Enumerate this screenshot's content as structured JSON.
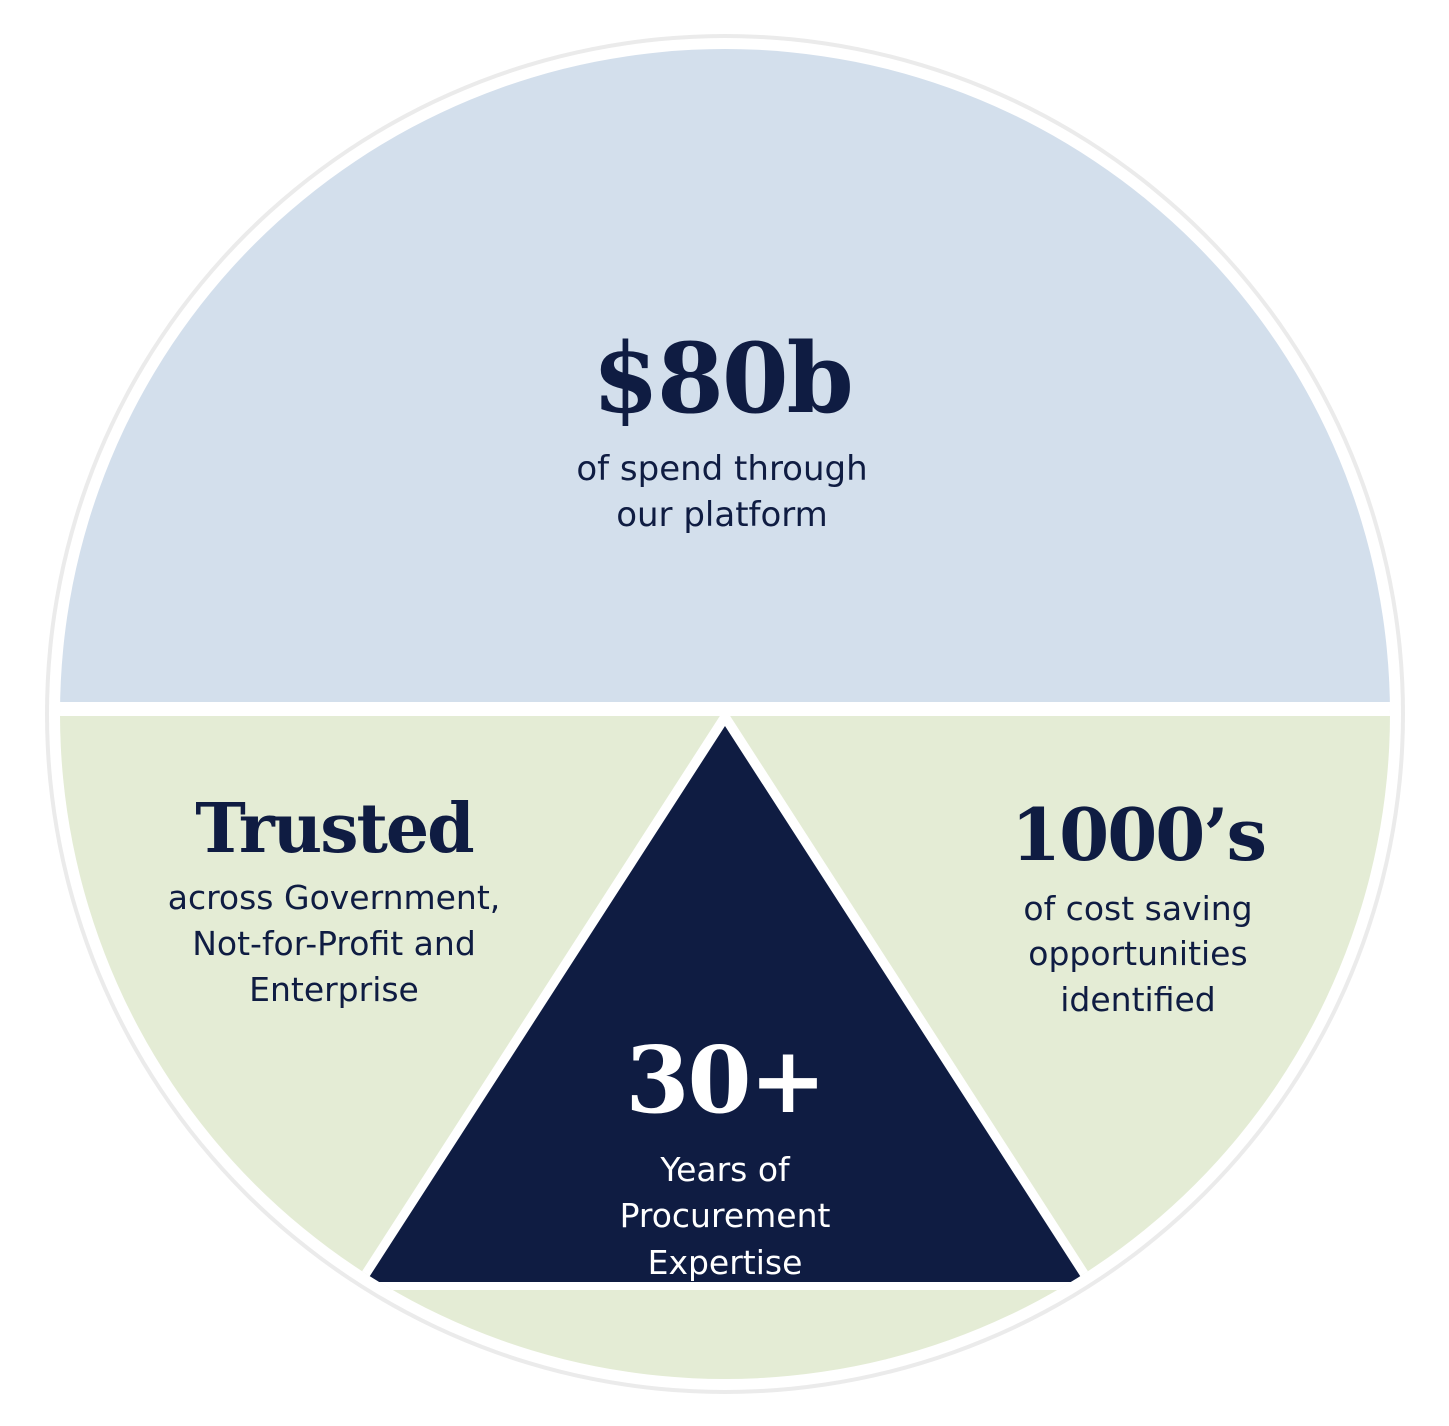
{
  "colors": {
    "top_segment": "#d3dfec",
    "side_segments": "#e4ecd5",
    "center_triangle": "#0f1c42",
    "text_dark": "#0f1c42",
    "text_light": "#ffffff",
    "divider": "#ffffff",
    "ring_shadow": "#ebebeb"
  },
  "segments": {
    "top": {
      "headline": "$80b",
      "caption_lines": [
        "of spend through",
        "our platform"
      ]
    },
    "left": {
      "headline": "Trusted",
      "caption_lines": [
        "across Government,",
        "Not-for-Profit and",
        "Enterprise"
      ]
    },
    "right": {
      "headline": "1000’s",
      "caption_lines": [
        "of cost saving",
        "opportunities",
        "identified"
      ]
    },
    "center": {
      "headline": "30+",
      "caption_lines": [
        "Years of",
        "Procurement",
        "Expertise"
      ]
    }
  }
}
